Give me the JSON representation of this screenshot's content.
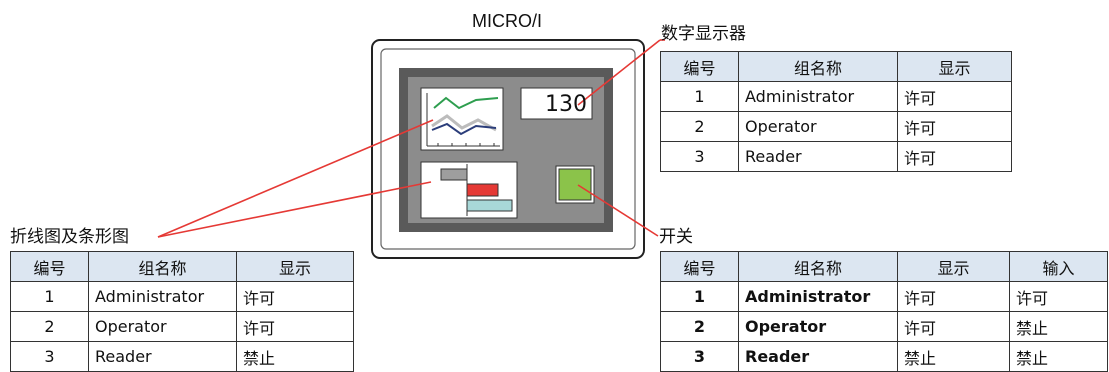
{
  "device": {
    "title": "MICRO/I",
    "display_value": "130"
  },
  "callouts": {
    "numeric": "数字显示器",
    "graph": "折线图及条形图",
    "switch": "开关"
  },
  "tables": {
    "numeric": {
      "headers": [
        "编号",
        "组名称",
        "显示"
      ],
      "rows": [
        [
          "1",
          "Administrator",
          "许可"
        ],
        [
          "2",
          "Operator",
          "许可"
        ],
        [
          "3",
          "Reader",
          "许可"
        ]
      ]
    },
    "graph": {
      "headers": [
        "编号",
        "组名称",
        "显示"
      ],
      "rows": [
        [
          "1",
          "Administrator",
          "许可"
        ],
        [
          "2",
          "Operator",
          "许可"
        ],
        [
          "3",
          "Reader",
          "禁止"
        ]
      ]
    },
    "switch": {
      "headers": [
        "编号",
        "组名称",
        "显示",
        "输入"
      ],
      "rows": [
        [
          "1",
          "Administrator",
          "许可",
          "许可"
        ],
        [
          "2",
          "Operator",
          "许可",
          "禁止"
        ],
        [
          "3",
          "Reader",
          "禁止",
          "禁止"
        ]
      ]
    }
  },
  "colors": {
    "panel": "#8c8c8c",
    "bezel": "#5a5a5a",
    "switch_green": "#8bc34a",
    "leader_red": "#e53935",
    "header_fill": "#dce6f1",
    "bar_gray": "#9e9e9e",
    "bar_red": "#e53935",
    "bar_teal": "#a8d8d8"
  }
}
